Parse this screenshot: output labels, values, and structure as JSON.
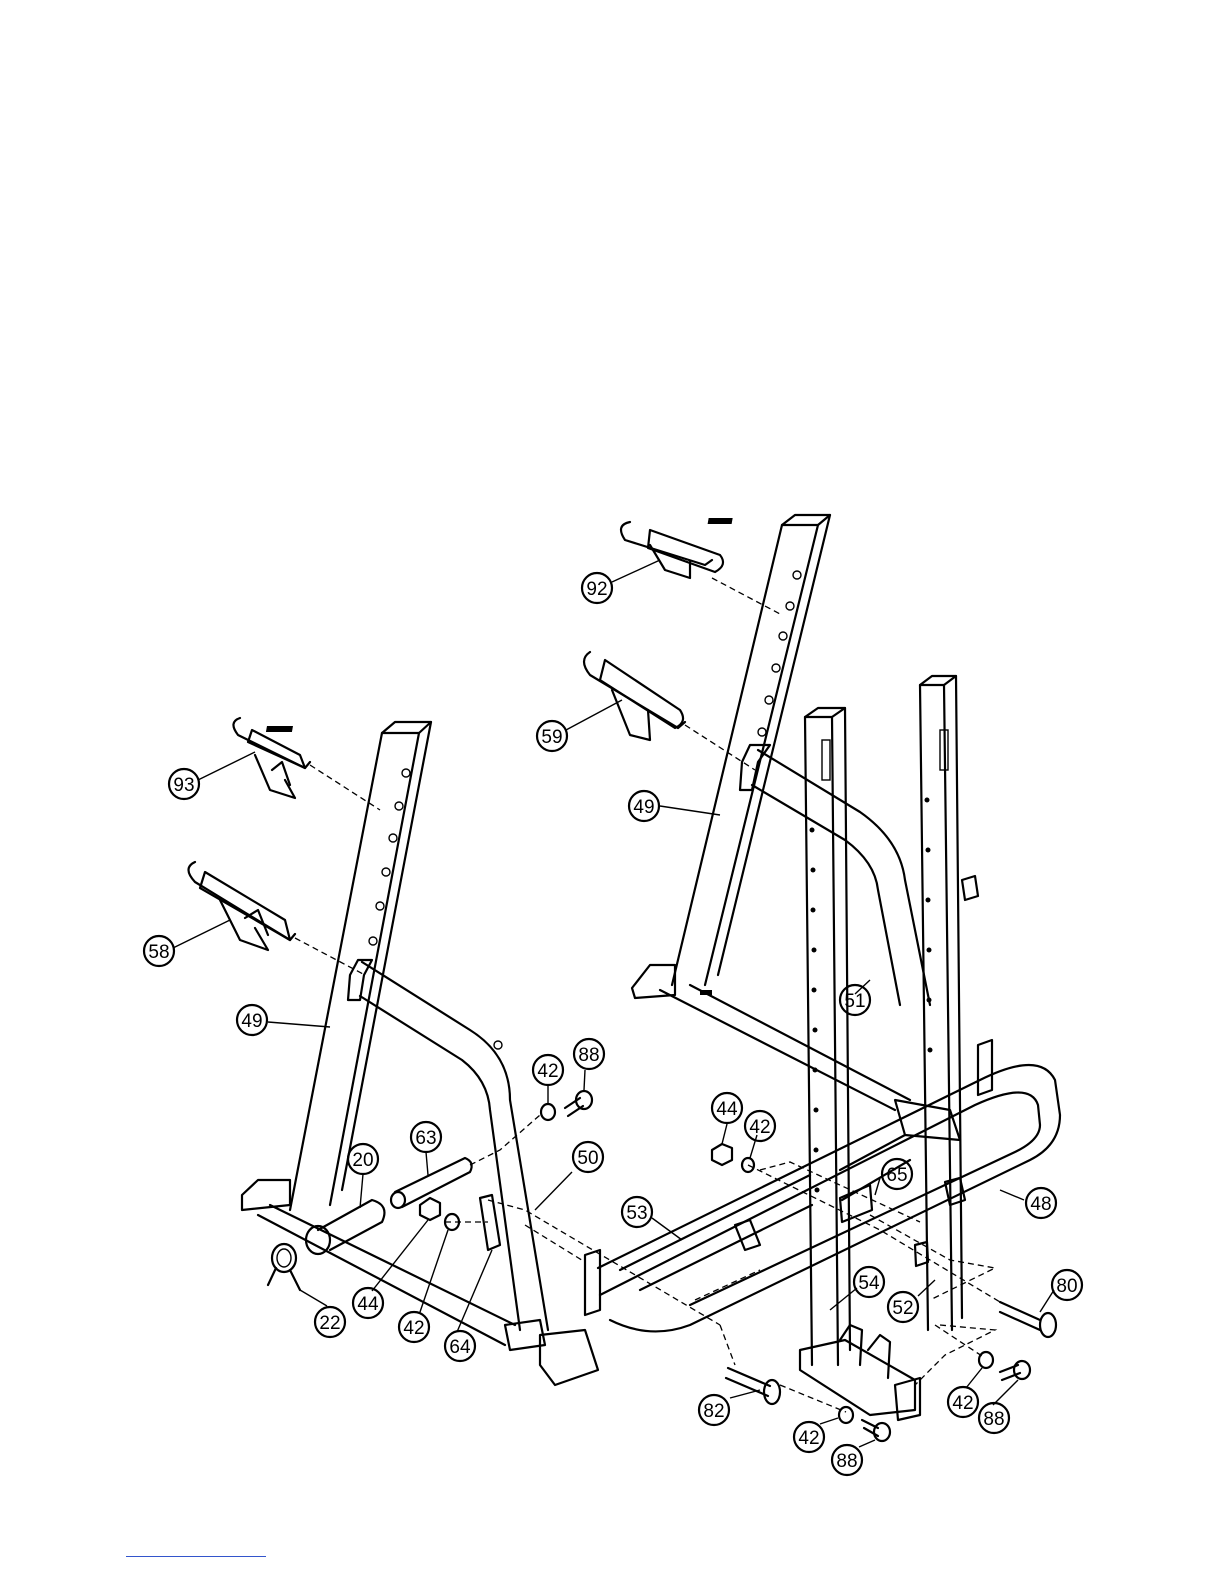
{
  "diagram": {
    "callouts": [
      {
        "id": "c92a",
        "label": "92"
      },
      {
        "id": "c59",
        "label": "59"
      },
      {
        "id": "c93",
        "label": "93"
      },
      {
        "id": "c49a",
        "label": "49"
      },
      {
        "id": "c58",
        "label": "58"
      },
      {
        "id": "c49b",
        "label": "49"
      },
      {
        "id": "c51",
        "label": "51"
      },
      {
        "id": "c42a",
        "label": "42"
      },
      {
        "id": "c88a",
        "label": "88"
      },
      {
        "id": "c44a",
        "label": "44"
      },
      {
        "id": "c42b",
        "label": "42"
      },
      {
        "id": "c63",
        "label": "63"
      },
      {
        "id": "c20",
        "label": "20"
      },
      {
        "id": "c50",
        "label": "50"
      },
      {
        "id": "c65",
        "label": "65"
      },
      {
        "id": "c48",
        "label": "48"
      },
      {
        "id": "c53",
        "label": "53"
      },
      {
        "id": "c22",
        "label": "22"
      },
      {
        "id": "c44b",
        "label": "44"
      },
      {
        "id": "c42c",
        "label": "42"
      },
      {
        "id": "c64",
        "label": "64"
      },
      {
        "id": "c80",
        "label": "80"
      },
      {
        "id": "c54",
        "label": "54"
      },
      {
        "id": "c52",
        "label": "52"
      },
      {
        "id": "c42d",
        "label": "42"
      },
      {
        "id": "c88b",
        "label": "88"
      },
      {
        "id": "c82",
        "label": "82"
      },
      {
        "id": "c42e",
        "label": "42"
      },
      {
        "id": "c88c",
        "label": "88"
      }
    ]
  }
}
